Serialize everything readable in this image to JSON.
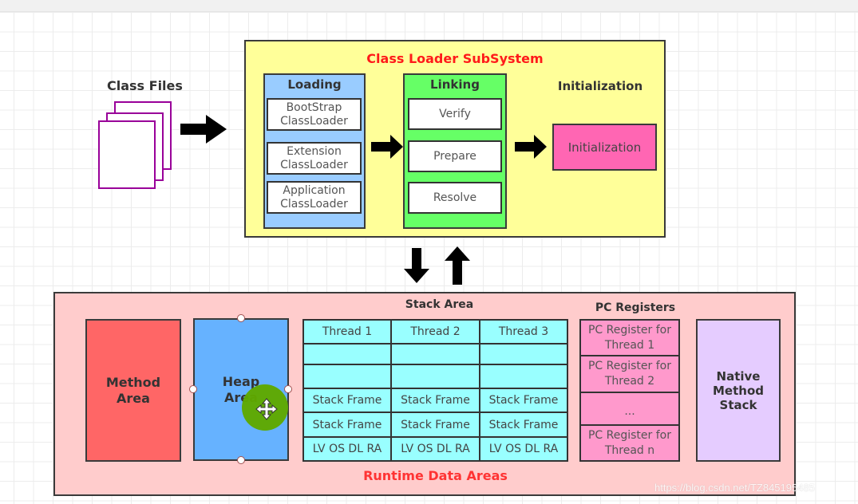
{
  "class_files": {
    "label": "Class Files",
    "page_color": "#990099"
  },
  "class_loader_subsystem": {
    "title": "Class Loader SubSystem",
    "loading": {
      "title": "Loading",
      "items": [
        "BootStrap\nClassLoader",
        "Extension\nClassLoader",
        "Application\nClassLoader"
      ],
      "items_line1": [
        "BootStrap",
        "Extension",
        "Application"
      ],
      "items_line2": [
        "ClassLoader",
        "ClassLoader",
        "ClassLoader"
      ]
    },
    "linking": {
      "title": "Linking",
      "items": [
        "Verify",
        "Prepare",
        "Resolve"
      ]
    },
    "initialization": {
      "title": "Initialization",
      "box_label": "Initialization"
    }
  },
  "runtime_data_areas": {
    "title": "Runtime Data Areas",
    "method_area": {
      "line1": "Method",
      "line2": "Area"
    },
    "heap_area": {
      "line1": "Heap",
      "line2": "Area"
    },
    "stack_area": {
      "title": "Stack Area",
      "threads": [
        "Thread 1",
        "Thread 2",
        "Thread 3"
      ],
      "rows": [
        [
          "",
          "",
          ""
        ],
        [
          "",
          "",
          ""
        ],
        [
          "Stack Frame",
          "Stack Frame",
          "Stack Frame"
        ],
        [
          "Stack Frame",
          "Stack Frame",
          "Stack Frame"
        ],
        [
          "LV OS DL RA",
          "LV OS DL RA",
          "LV OS DL RA"
        ]
      ]
    },
    "pc_registers": {
      "title": "PC Registers",
      "items": [
        {
          "line1": "PC Register for",
          "line2": "Thread 1"
        },
        {
          "line1": "PC Register for",
          "line2": "Thread 2"
        },
        {
          "line1": "",
          "line2": "..."
        },
        {
          "line1": "PC Register for",
          "line2": "Thread n"
        }
      ]
    },
    "native_method_stack": {
      "line1": "Native",
      "line2": "Method",
      "line3": "Stack"
    }
  },
  "watermark": "https://blog.csdn.net/TZ845195485",
  "colors": {
    "subsystem": "#ffff99",
    "loading": "#99ccff",
    "linking": "#66ff66",
    "initialization": "#ff66b3",
    "runtime": "#ffcccc",
    "method_area": "#ff6666",
    "heap_area": "#66b2ff",
    "stack_area": "#99ffff",
    "pc_registers": "#ff99cc",
    "native_method_stack": "#e5ccff",
    "title_red": "#ff1a1a"
  }
}
